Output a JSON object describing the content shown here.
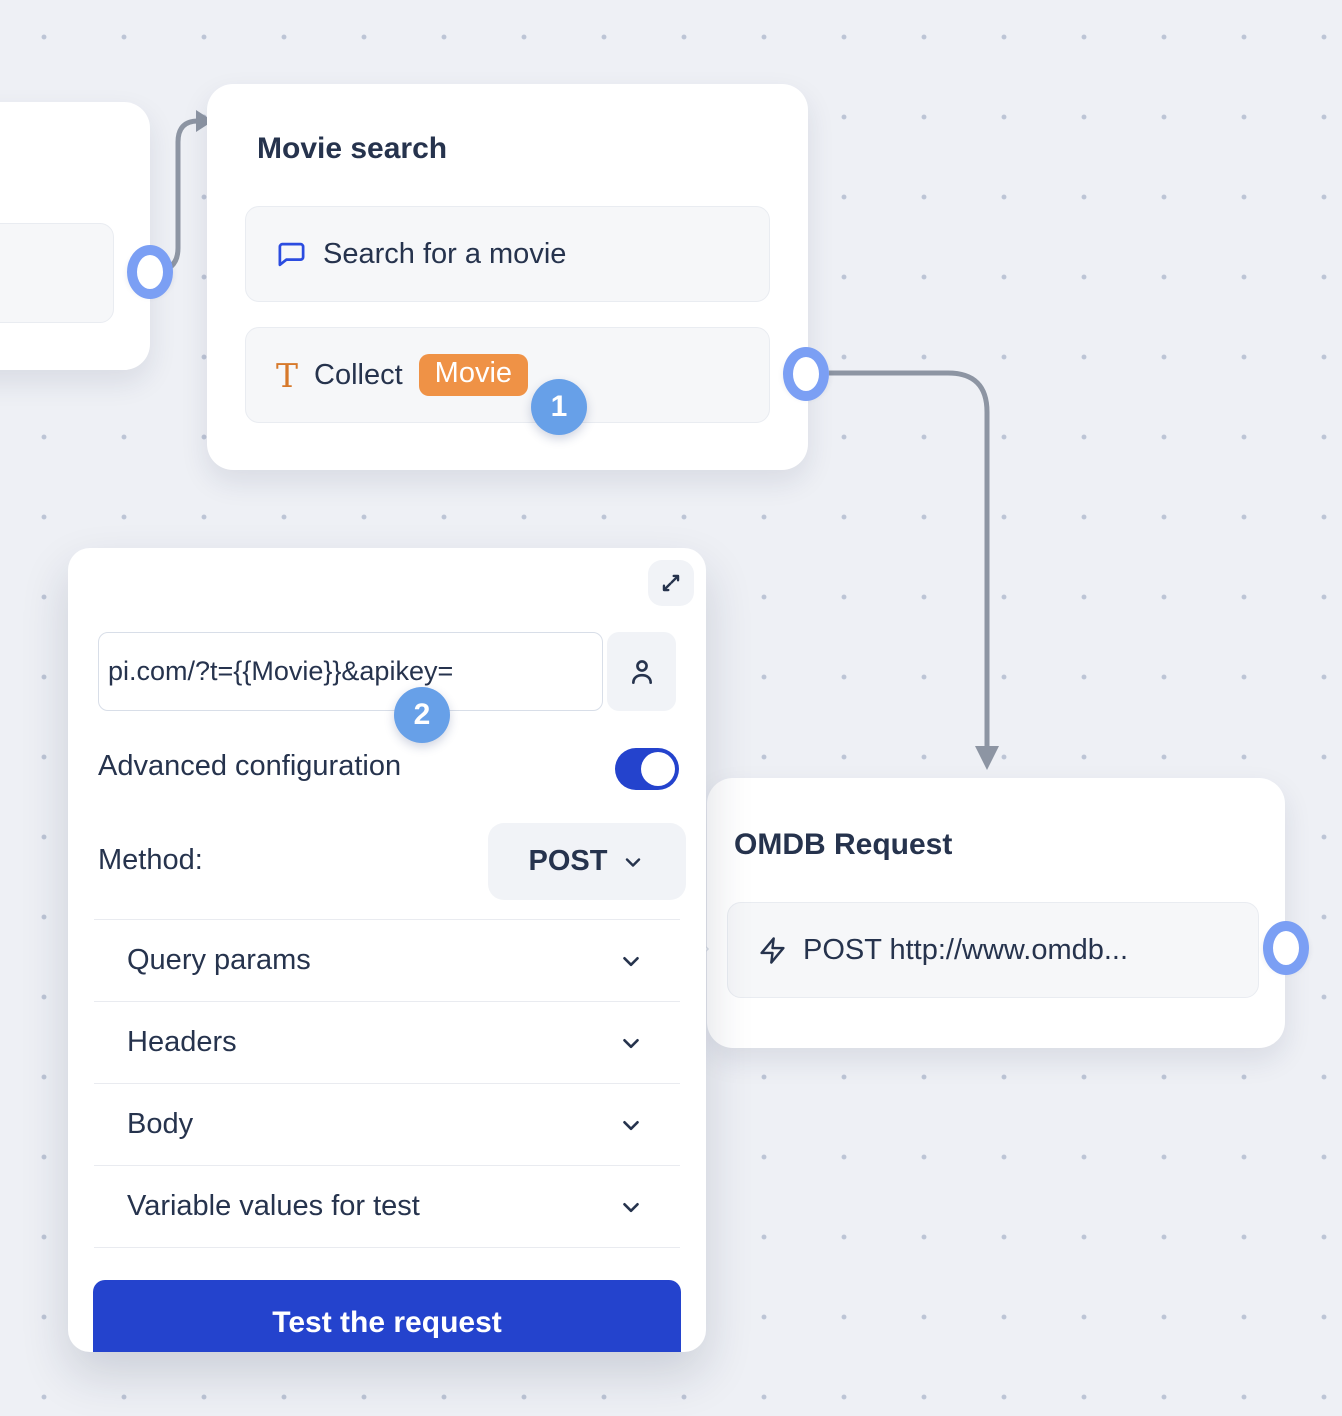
{
  "canvas": {
    "background": "#eef0f5",
    "dot_color": "#bdc5d6"
  },
  "colors": {
    "accent_blue": "#2443cd",
    "step_badge_blue": "#67a0e8",
    "port_ring_blue": "#7b9ff4",
    "variable_orange": "#ef9246",
    "text_icon_orange": "#d7792b",
    "connector_gray": "#8d95a3",
    "text_navy": "#26334d"
  },
  "nodes": {
    "movie_search": {
      "title": "Movie search",
      "items": [
        {
          "icon": "chat-bubble-icon",
          "label": "Search for a movie"
        },
        {
          "icon": "text-collect-icon",
          "label": "Collect",
          "variable_badge": "Movie"
        }
      ],
      "step_badge": "1"
    },
    "omdb_request": {
      "title": "OMDB Request",
      "items": [
        {
          "icon": "lightning-icon",
          "label": "POST http://www.omdb..."
        }
      ]
    }
  },
  "editor": {
    "url_value": "pi.com/?t={{Movie}}&apikey=",
    "step_badge": "2",
    "advanced_label": "Advanced configuration",
    "advanced_enabled": true,
    "method_label": "Method:",
    "method_value": "POST",
    "sections": [
      "Query params",
      "Headers",
      "Body",
      "Variable values for test"
    ],
    "test_button_label": "Test the request"
  }
}
